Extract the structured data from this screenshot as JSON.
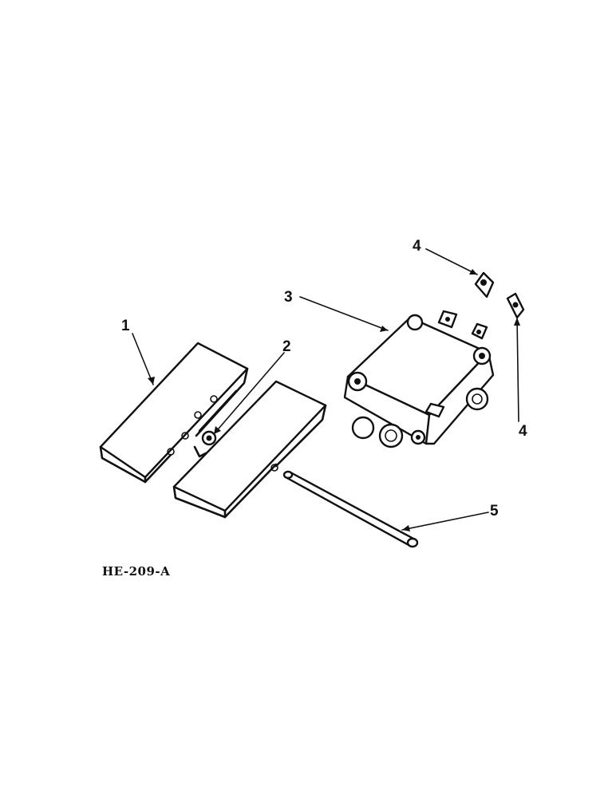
{
  "drawing_code": "HE-209-A",
  "callouts": [
    {
      "id": "part-1",
      "label": "1"
    },
    {
      "id": "part-2",
      "label": "2"
    },
    {
      "id": "part-3",
      "label": "3"
    },
    {
      "id": "part-4-upper",
      "label": "4"
    },
    {
      "id": "part-4-lower",
      "label": "4"
    },
    {
      "id": "part-5",
      "label": "5"
    }
  ]
}
